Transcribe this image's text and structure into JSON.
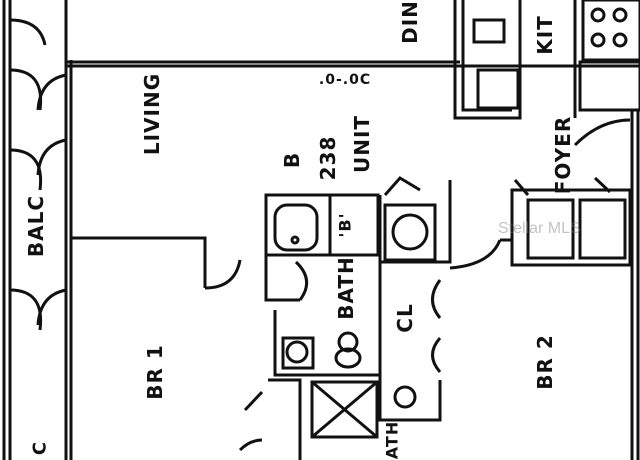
{
  "labels": {
    "dining": "DIN",
    "kitchen": "KIT",
    "living": "LIVING",
    "balcony": "BALC",
    "unit_prefix": "B",
    "unit_number": "238",
    "unit_word": "UNIT",
    "dimension_note": ".0-.0C",
    "foyer": "FOYER",
    "bath": "BATH",
    "bath_tub_tag": "'B'",
    "closet": "CL",
    "bedroom1": "BR 1",
    "bedroom2": "BR 2",
    "bath2_partial": "ATH",
    "corner_mark": "C"
  },
  "watermark": "Stellar MLS",
  "colors": {
    "line": "#111111",
    "background": "#ffffff"
  }
}
